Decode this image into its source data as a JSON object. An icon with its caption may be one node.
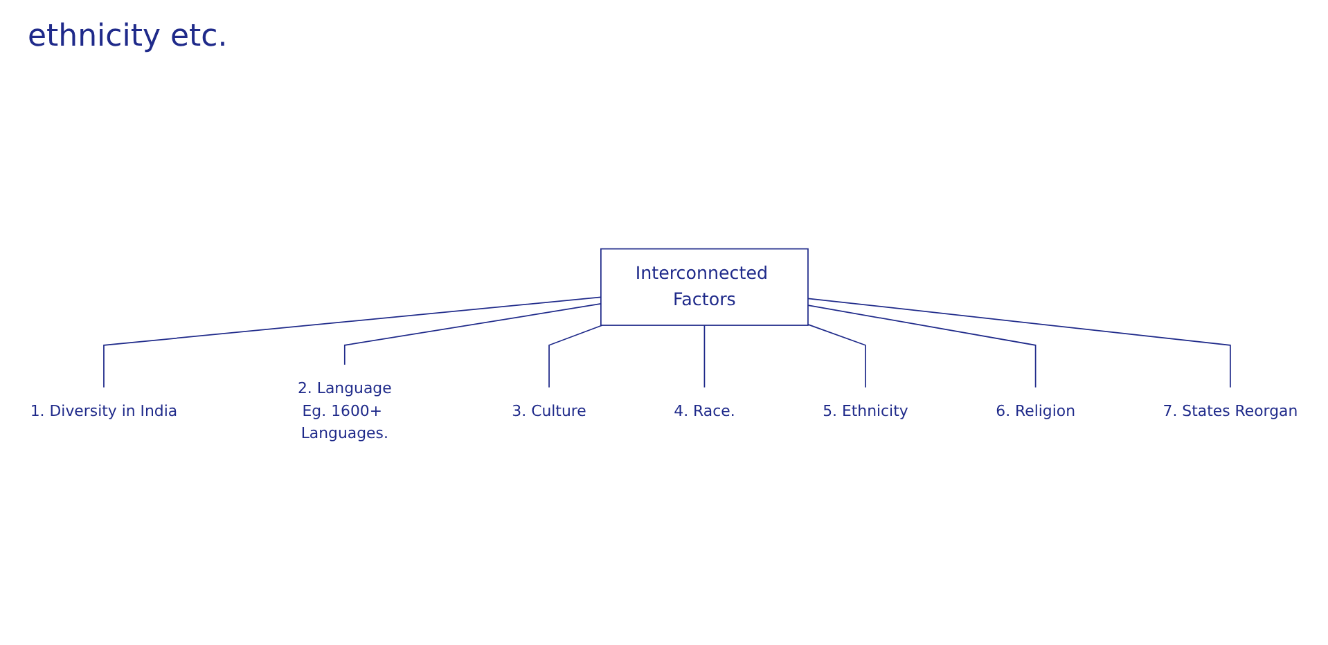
{
  "diagram": {
    "nodes": [
      {
        "text": [
          "Interconnected Factors"
        ]
      },
      {
        "text": [
          "1. Diversity in India"
        ]
      },
      {
        "text": [
          "2. Language",
          "Eg. 1600+ Languages."
        ]
      },
      {
        "text": [
          "3. Culture"
        ]
      },
      {
        "text": [
          "4. Race."
        ]
      },
      {
        "text": [
          "5. Ethnicity"
        ]
      },
      {
        "text": [
          "6. Religion"
        ]
      },
      {
        "text": [
          "7. States Reorgan"
        ]
      }
    ],
    "edges": [
      {
        "from": 0,
        "to": 1,
        "arrow": "none"
      },
      {
        "from": 0,
        "to": 2,
        "arrow": "none"
      },
      {
        "from": 0,
        "to": 3,
        "arrow": "none"
      },
      {
        "from": 0,
        "to": 4,
        "arrow": "none"
      },
      {
        "from": 0,
        "to": 5,
        "arrow": "none"
      },
      {
        "from": 0,
        "to": 6,
        "arrow": "none"
      },
      {
        "from": 0,
        "to": 7,
        "arrow": "none"
      }
    ],
    "labels": [
      "ethnicity etc."
    ]
  }
}
